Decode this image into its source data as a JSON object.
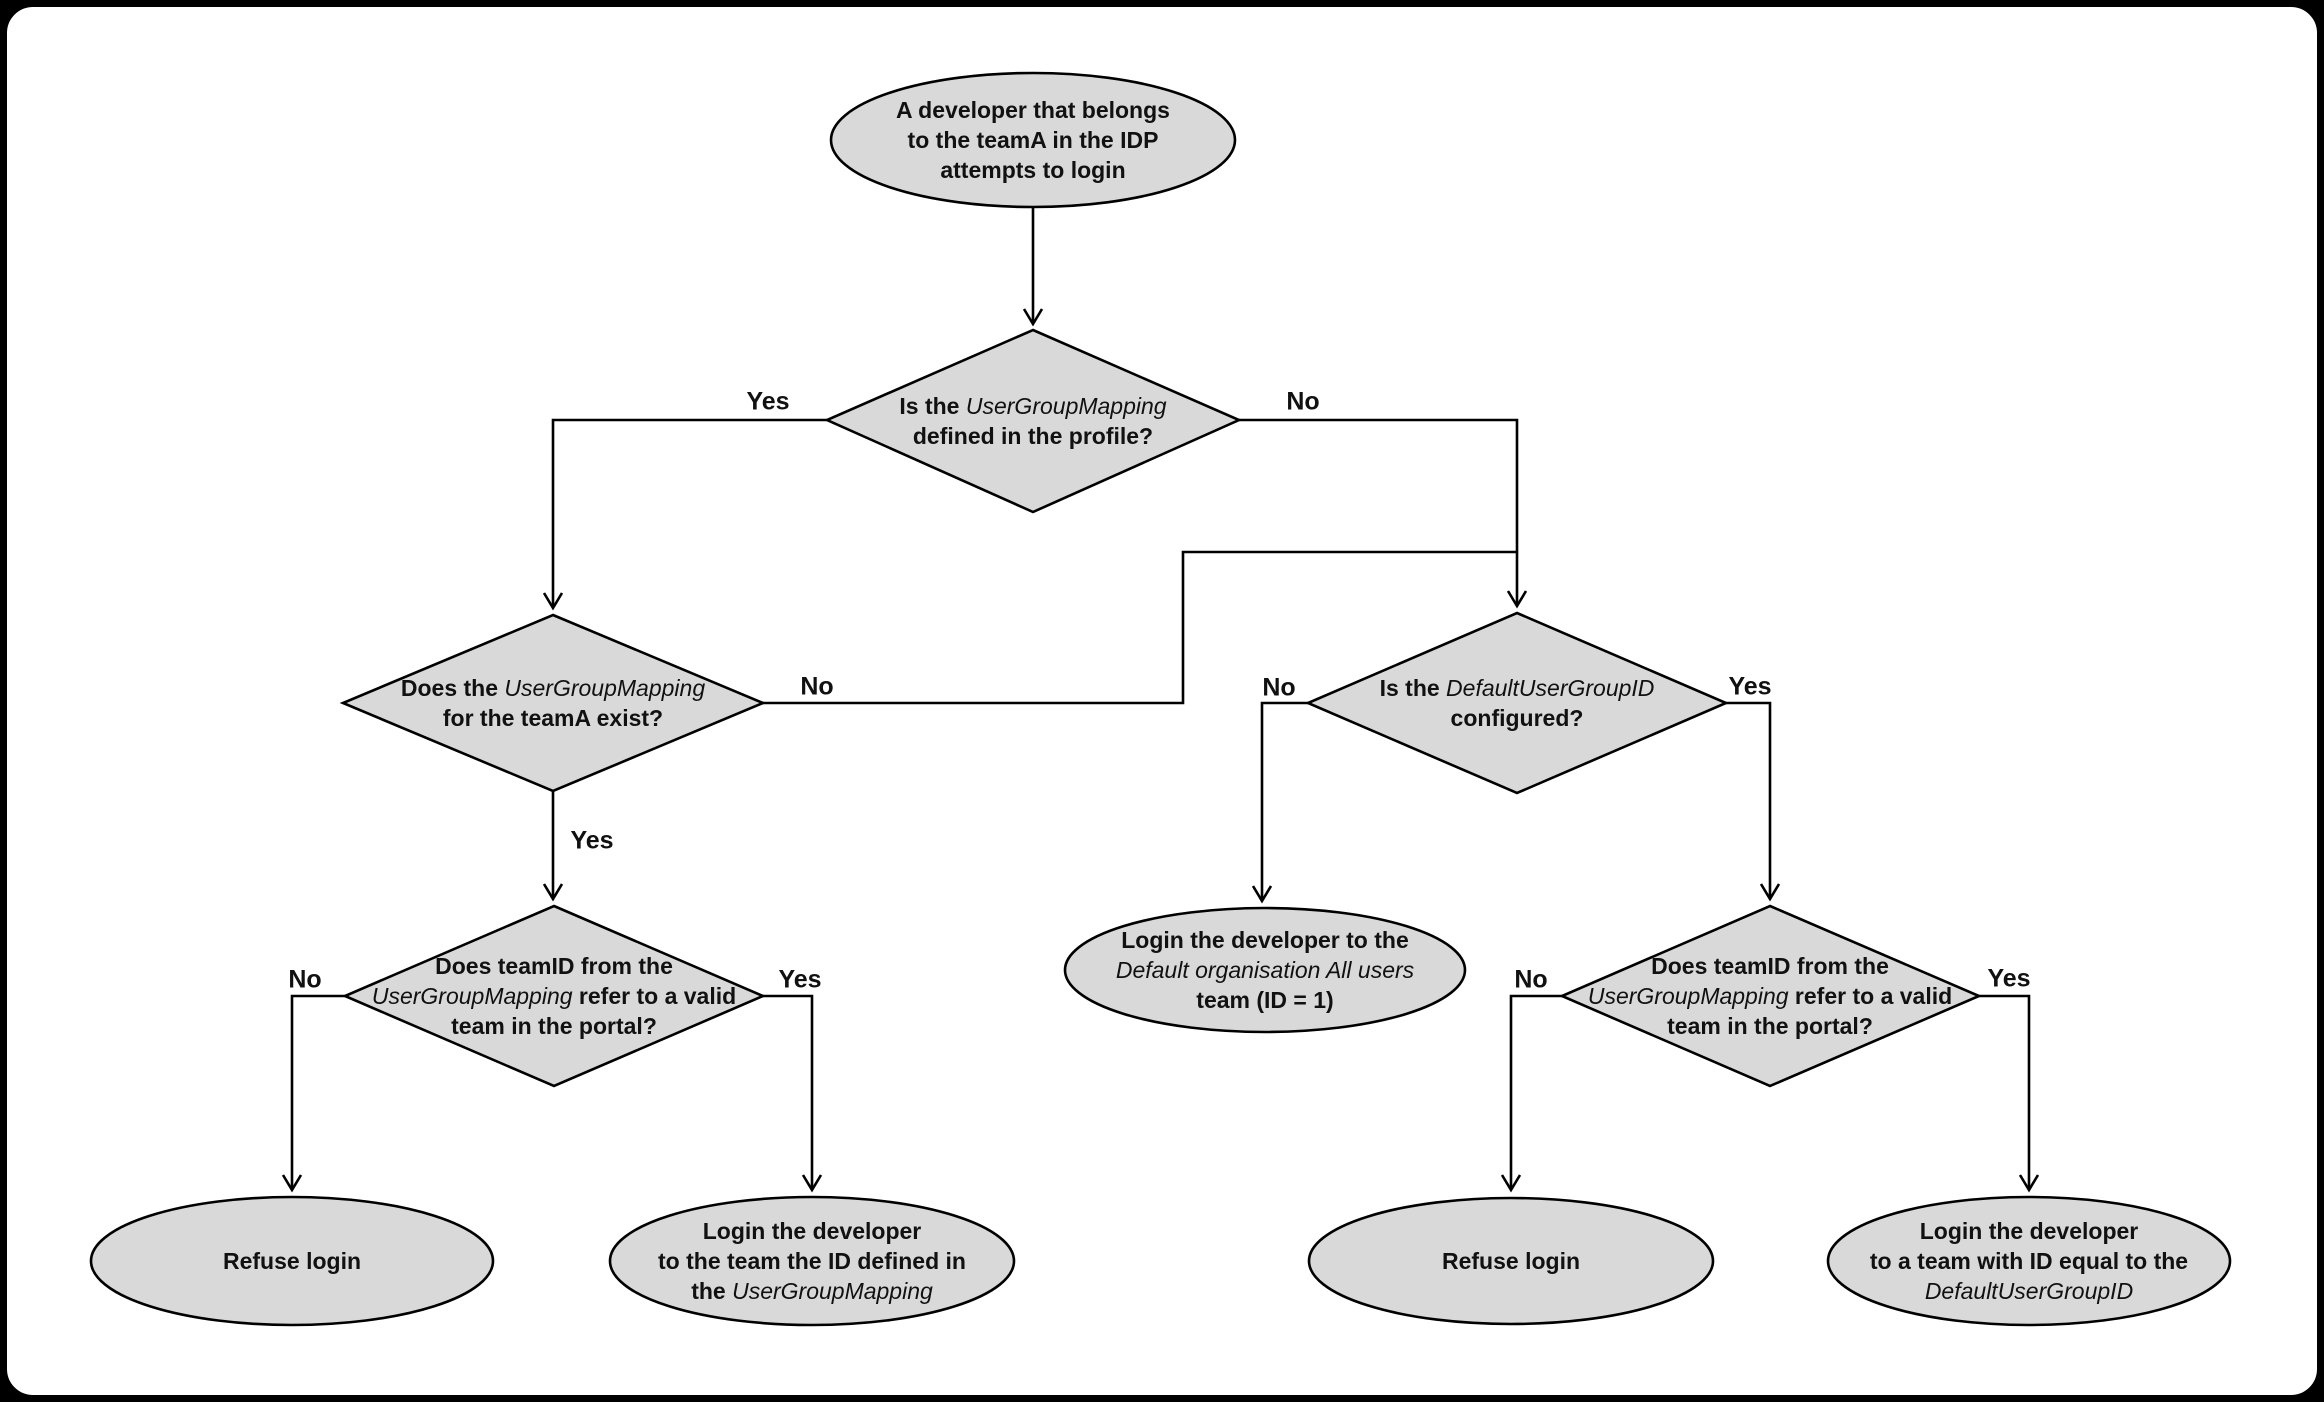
{
  "diagram": {
    "title": "Developer login team-mapping decision flowchart",
    "colors": {
      "background": "#ffffff",
      "frame": "#000000",
      "node_fill": "#d9d9d9",
      "node_stroke": "#000000",
      "text": "#111111"
    },
    "nodes": [
      {
        "id": "start",
        "shape": "ellipse",
        "lines": [
          [
            {
              "t": "A developer that belongs"
            }
          ],
          [
            {
              "t": "to the teamA in the IDP"
            }
          ],
          [
            {
              "t": "attempts to login"
            }
          ]
        ]
      },
      {
        "id": "ugm-defined",
        "shape": "diamond",
        "lines": [
          [
            {
              "t": "Is the "
            },
            {
              "t": "UserGroupMapping",
              "i": true
            }
          ],
          [
            {
              "t": "defined in the profile?"
            }
          ]
        ]
      },
      {
        "id": "ugm-exists",
        "shape": "diamond",
        "lines": [
          [
            {
              "t": "Does the "
            },
            {
              "t": "UserGroupMapping",
              "i": true
            }
          ],
          [
            {
              "t": "for the teamA exist?"
            }
          ]
        ]
      },
      {
        "id": "default-configured",
        "shape": "diamond",
        "lines": [
          [
            {
              "t": "Is the "
            },
            {
              "t": "DefaultUserGroupID",
              "i": true
            }
          ],
          [
            {
              "t": "configured?"
            }
          ]
        ]
      },
      {
        "id": "teamid-valid-left",
        "shape": "diamond",
        "lines": [
          [
            {
              "t": "Does teamID from the"
            }
          ],
          [
            {
              "t": "UserGroupMapping",
              "i": true
            },
            {
              "t": " refer to a valid"
            }
          ],
          [
            {
              "t": "team in the portal?"
            }
          ]
        ]
      },
      {
        "id": "login-default-org",
        "shape": "ellipse",
        "lines": [
          [
            {
              "t": "Login the developer to the"
            }
          ],
          [
            {
              "t": "Default organisation All users",
              "i": true
            }
          ],
          [
            {
              "t": "team (ID = 1)"
            }
          ]
        ]
      },
      {
        "id": "teamid-valid-right",
        "shape": "diamond",
        "lines": [
          [
            {
              "t": "Does teamID from the"
            }
          ],
          [
            {
              "t": "UserGroupMapping",
              "i": true
            },
            {
              "t": " refer to a valid"
            }
          ],
          [
            {
              "t": "team in the portal?"
            }
          ]
        ]
      },
      {
        "id": "refuse-left",
        "shape": "ellipse",
        "lines": [
          [
            {
              "t": "Refuse login"
            }
          ]
        ]
      },
      {
        "id": "login-ugm-team",
        "shape": "ellipse",
        "lines": [
          [
            {
              "t": "Login the developer"
            }
          ],
          [
            {
              "t": "to the team the ID defined in"
            }
          ],
          [
            {
              "t": "the "
            },
            {
              "t": "UserGroupMapping",
              "i": true
            }
          ]
        ]
      },
      {
        "id": "refuse-right",
        "shape": "ellipse",
        "lines": [
          [
            {
              "t": "Refuse login"
            }
          ]
        ]
      },
      {
        "id": "login-default-id",
        "shape": "ellipse",
        "lines": [
          [
            {
              "t": "Login the developer"
            }
          ],
          [
            {
              "t": "to a team with ID equal to the"
            }
          ],
          [
            {
              "t": "DefaultUserGroupID",
              "i": true
            }
          ]
        ]
      }
    ],
    "edge_labels": [
      {
        "id": "ugm-defined-yes",
        "text": "Yes"
      },
      {
        "id": "ugm-defined-no",
        "text": "No"
      },
      {
        "id": "ugm-exists-no",
        "text": "No"
      },
      {
        "id": "ugm-exists-yes",
        "text": "Yes"
      },
      {
        "id": "default-configured-no",
        "text": "No"
      },
      {
        "id": "default-configured-yes",
        "text": "Yes"
      },
      {
        "id": "teamid-left-no",
        "text": "No"
      },
      {
        "id": "teamid-left-yes",
        "text": "Yes"
      },
      {
        "id": "teamid-right-no",
        "text": "No"
      },
      {
        "id": "teamid-right-yes",
        "text": "Yes"
      }
    ]
  }
}
